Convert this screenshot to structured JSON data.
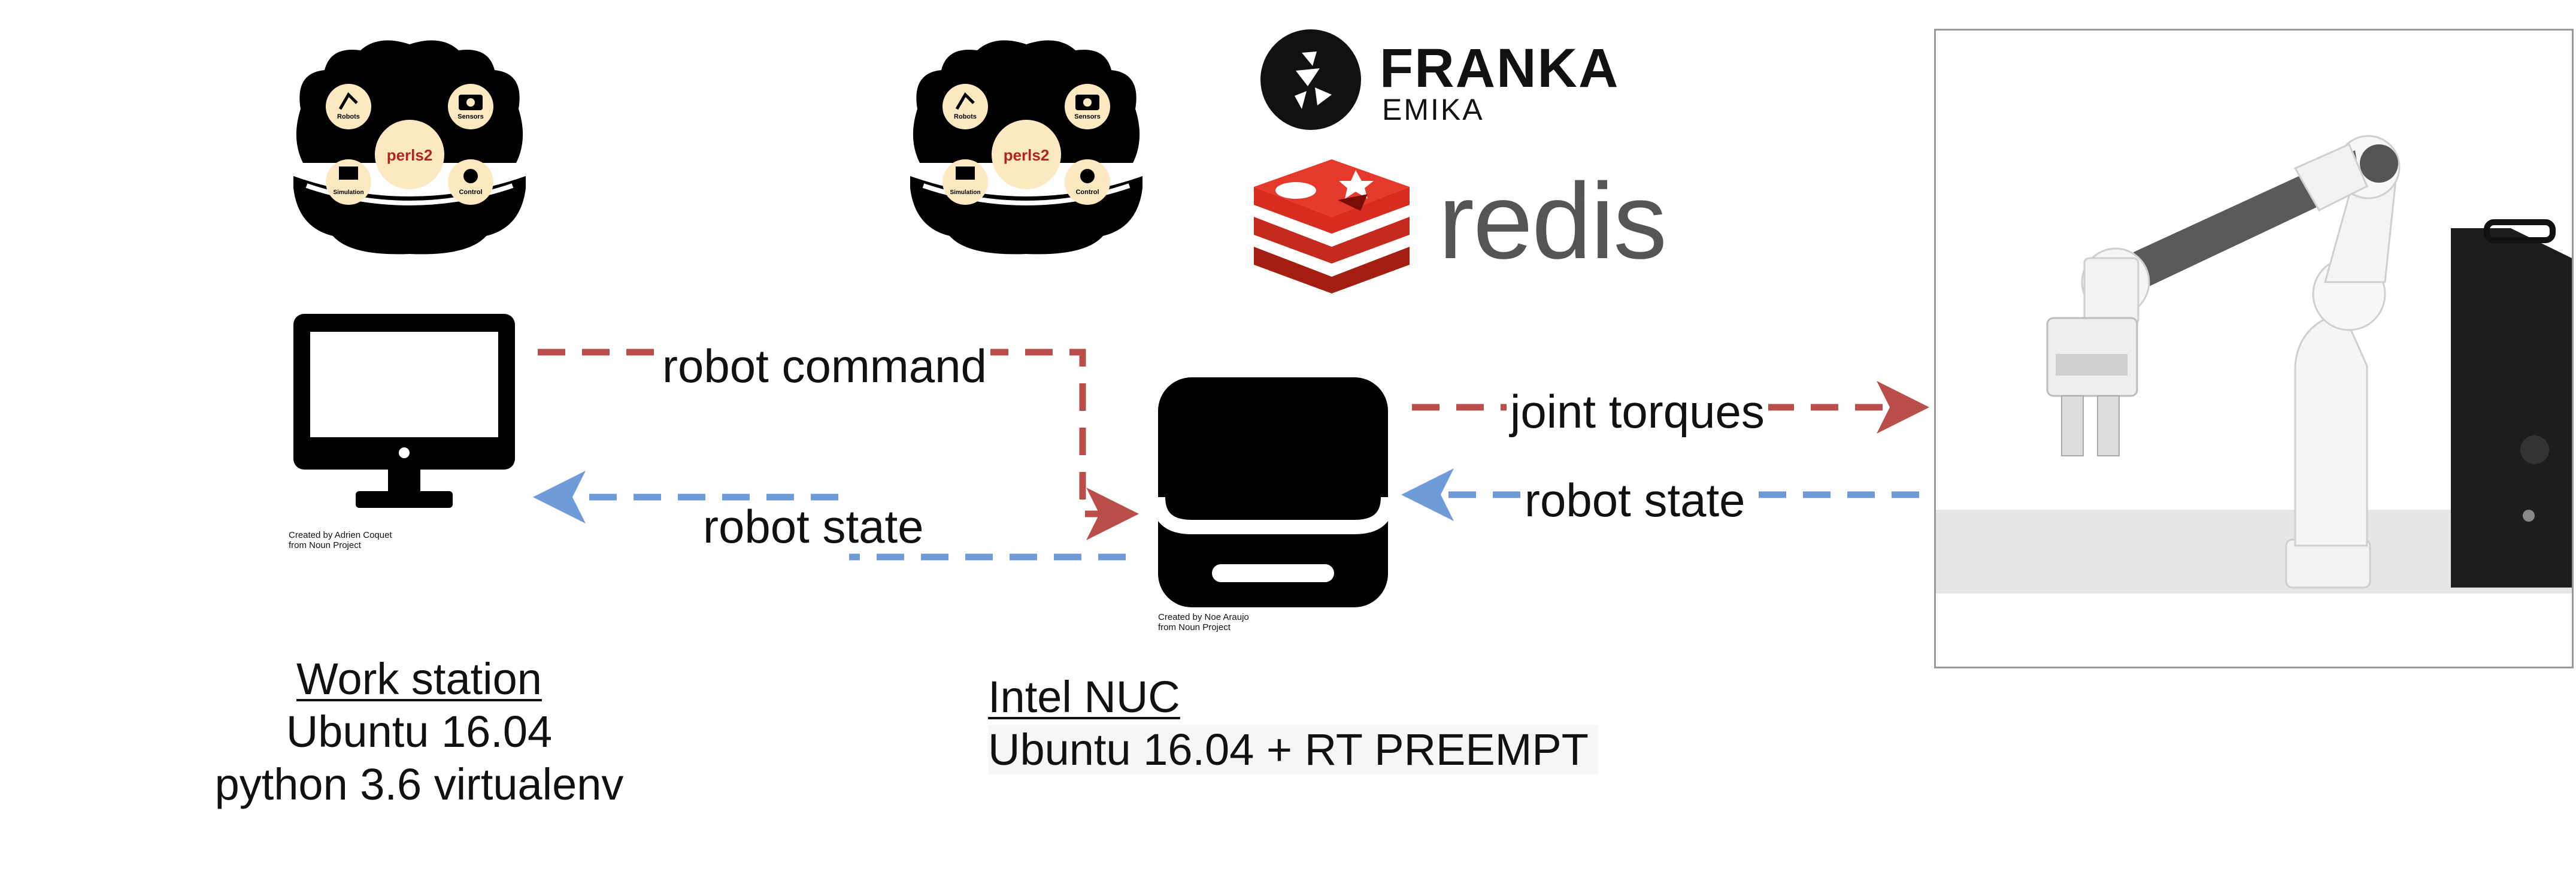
{
  "colors": {
    "command": "#b84d4a",
    "state": "#6e9bd8",
    "icon": "#000000",
    "shell_inner": "#fde9c1",
    "perls_text": "#b02424",
    "redis_red": "#d82c20",
    "redis_text": "#555555"
  },
  "perls_logo": {
    "center": "perls2",
    "robots": "Robots",
    "sensors": "Sensors",
    "simulation": "Simulation",
    "control": "Control"
  },
  "franka": {
    "name": "FRANKA",
    "sub": "EMIKA"
  },
  "redis": {
    "name": "redis"
  },
  "workstation": {
    "icon": "monitor-icon",
    "credit": "Created by Adrien Coquet\nfrom Noun Project",
    "title": "Work station ",
    "line1": "Ubuntu 16.04",
    "line2": "python 3.6 virtualenv"
  },
  "nuc": {
    "icon": "computer-box-icon",
    "credit": "Created by Noe Araujo\nfrom Noun Project",
    "title": "Intel NUC",
    "line1": "Ubuntu 16.04 + RT PREEMPT"
  },
  "arrows": {
    "robot_command": "robot command",
    "robot_state_left": "robot state",
    "joint_torques": "joint torques",
    "robot_state_right": "robot state"
  },
  "robot_photo": {
    "icon": "franka-robot-arm-photo"
  }
}
